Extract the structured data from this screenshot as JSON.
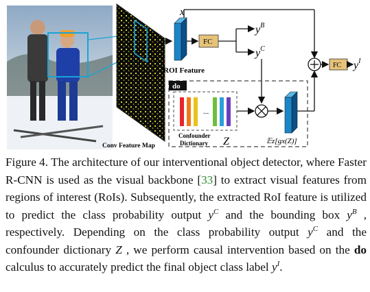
{
  "figure": {
    "labels": {
      "x": "x",
      "roi_feature": "ROI Feature",
      "fc": "FC",
      "yB": "y",
      "yB_sup": "B",
      "yC": "y",
      "yC_sup": "C",
      "yI": "y",
      "yI_sup": "I",
      "do": "do",
      "dots": "...",
      "confounder_dict_line1": "Confounder",
      "confounder_dict_line2": "Dictionary",
      "Z": "Z",
      "expectation": "𝔼z[gx(Z)]",
      "conv_feature_map": "Conv Feature Map"
    },
    "palette_colors": [
      "#e8232d",
      "#f07a1a",
      "#e9c21b",
      "#6fbf3a",
      "#2aa0d8",
      "#6a3fbf"
    ]
  },
  "caption": {
    "label": "Figure 4.",
    "t1": " The architecture of our interventional object detector, where Faster R-CNN is used as the visual backbone [",
    "cite": "33",
    "t2": "] to extract visual features from regions of interest (RoIs). Subsequently, the extracted RoI feature is utilized to predict the class probability output ",
    "yC": "y",
    "yC_sup": "C",
    "t3": " and the bounding box ",
    "yB": "y",
    "yB_sup": "B",
    "t4": " , respectively. Depending on the class probability output ",
    "yC2": "y",
    "yC2_sup": "C",
    "t5": " and the confounder dictionary ",
    "Z": "Z",
    "t6": " , we perform causal intervention based on the ",
    "do": "do",
    "t7": " calculus to accurately predict the final object class label ",
    "yI": "y",
    "yI_sup": "I",
    "t8": "."
  }
}
